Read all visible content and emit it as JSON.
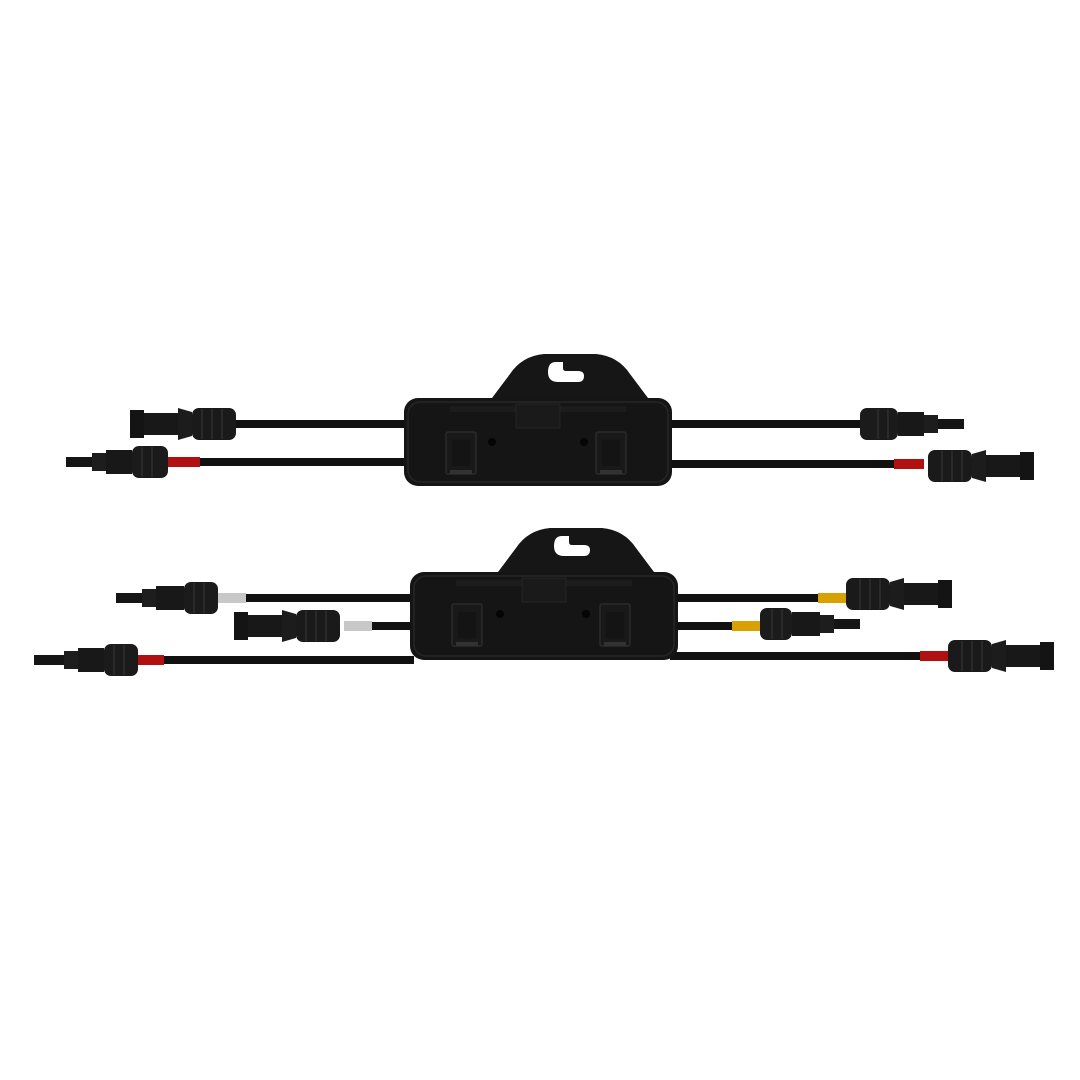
{
  "colors": {
    "background": "#ffffff",
    "housing": "#141414",
    "housing_edge": "#2a2a2a",
    "cable": "#111111",
    "connector": "#161616",
    "connector_ring": "#262626",
    "marker_red": "#b01010",
    "marker_grey": "#c8c8c8",
    "marker_yellow": "#d8a000"
  },
  "devices": [
    {
      "name": "optimizer-dual-input",
      "marker_colors": [
        "marker_red",
        "marker_red"
      ]
    },
    {
      "name": "optimizer-triple-input",
      "marker_colors": [
        "marker_grey",
        "marker_yellow",
        "marker_red",
        "marker_red"
      ]
    }
  ],
  "icons": [
    "mounting-hook-icon",
    "clip-icon",
    "screw-icon",
    "connector-icon"
  ]
}
